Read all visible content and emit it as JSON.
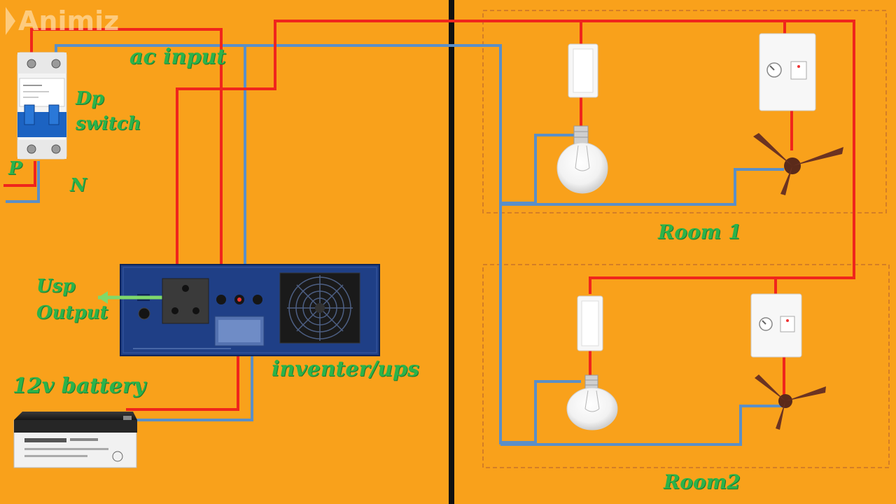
{
  "watermark": {
    "text": "Animiz"
  },
  "labels": {
    "ac_input": "ac input",
    "dp_line1": "Dp",
    "dp_line2": "switch",
    "phase": "P",
    "neutral": "N",
    "ups_line1": "Usp",
    "ups_line2": "Output",
    "battery": "12v battery",
    "inverter": "inventer/ups",
    "room1": "Room 1",
    "room2": "Room2"
  },
  "colors": {
    "background": "#f9a11b",
    "phase_wire": "#f0251c",
    "neutral_wire": "#5b8fc7",
    "label_green": "#2bb34a",
    "inverter_blue": "#1f3f86",
    "divider": "#111111",
    "room_border": "#c8722a"
  },
  "components": [
    {
      "id": "dp-switch",
      "icon": "double-pole-breaker"
    },
    {
      "id": "inverter",
      "icon": "inverter-ups-unit"
    },
    {
      "id": "battery",
      "icon": "battery-12v"
    },
    {
      "id": "room1-bulb-switch",
      "icon": "wall-switch"
    },
    {
      "id": "room1-bulb",
      "icon": "light-bulb"
    },
    {
      "id": "room1-fan-regulator",
      "icon": "fan-regulator-switch"
    },
    {
      "id": "room1-fan",
      "icon": "ceiling-fan"
    },
    {
      "id": "room2-bulb-switch",
      "icon": "wall-switch"
    },
    {
      "id": "room2-bulb",
      "icon": "light-bulb"
    },
    {
      "id": "room2-fan-regulator",
      "icon": "fan-regulator-switch"
    },
    {
      "id": "room2-fan",
      "icon": "ceiling-fan"
    }
  ]
}
